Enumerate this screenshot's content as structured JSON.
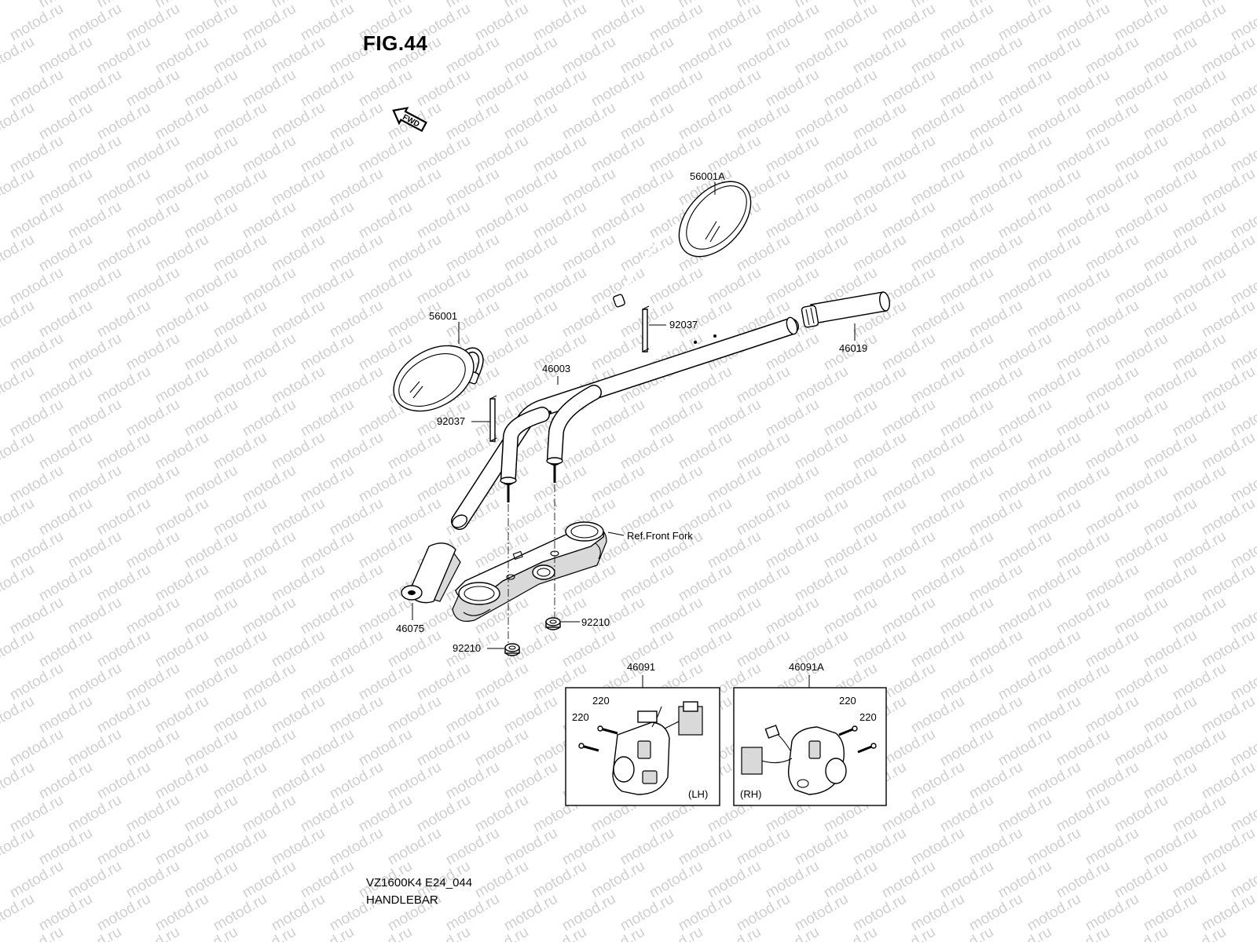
{
  "figure": {
    "title": "FIG.44",
    "fwd_label": "FWD"
  },
  "watermark": {
    "text": "motod.ru"
  },
  "footer": {
    "model_code": "VZ1600K4 E24_044",
    "section_name": "HANDLEBAR"
  },
  "parts": {
    "mirror_right": "56001A",
    "mirror_left": "56001",
    "clip_upper": "92037",
    "clip_lower": "92037",
    "grip_right": "46019",
    "handlebar": "46003",
    "ref_front_fork": "Ref.Front Fork",
    "grip_left": "46075",
    "nut_right": "92210",
    "nut_left": "92210",
    "switch_left": "46091",
    "switch_right": "46091A",
    "screw": "220",
    "lh_tag": "(LH)",
    "rh_tag": "(RH)"
  }
}
